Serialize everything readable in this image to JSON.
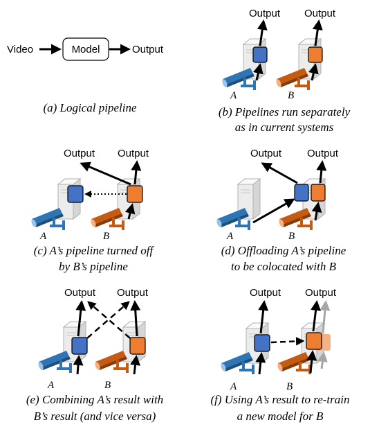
{
  "panels": {
    "a": {
      "input": "Video",
      "model": "Model",
      "output": "Output",
      "caption_1": "(a) Logical pipeline"
    },
    "b": {
      "output_a": "Output",
      "output_b": "Output",
      "cam_a": "A",
      "cam_b": "B",
      "caption_1": "(b) Pipelines run separately",
      "caption_2": "as in current systems"
    },
    "c": {
      "output_a": "Output",
      "output_b": "Output",
      "cam_a": "A",
      "cam_b": "B",
      "caption_1": "(c) A’s pipeline turned off",
      "caption_2": "by B’s pipeline"
    },
    "d": {
      "output_a": "Output",
      "output_b": "Output",
      "cam_a": "A",
      "cam_b": "B",
      "caption_1": "(d) Offloading A’s pipeline",
      "caption_2": "to be colocated with B"
    },
    "e": {
      "output_a": "Output",
      "output_b": "Output",
      "cam_a": "A",
      "cam_b": "B",
      "caption_1": "(e) Combining A’s result with",
      "caption_2": "B’s result (and vice versa)"
    },
    "f": {
      "output_a": "Output",
      "output_b": "Output",
      "cam_a": "A",
      "cam_b": "B",
      "caption_1": "(f) Using A’s result to re-train",
      "caption_2": "a new model for B"
    }
  },
  "colors": {
    "camera_a": "#2e75b6",
    "camera_b": "#c55a11",
    "model_a": "#4472c4",
    "model_b": "#ed7d31",
    "model_b_ghost": "#f4b183",
    "server": "#e8e8e8",
    "arrow": "#000000",
    "arrow_ghost": "#a6a6a6"
  }
}
